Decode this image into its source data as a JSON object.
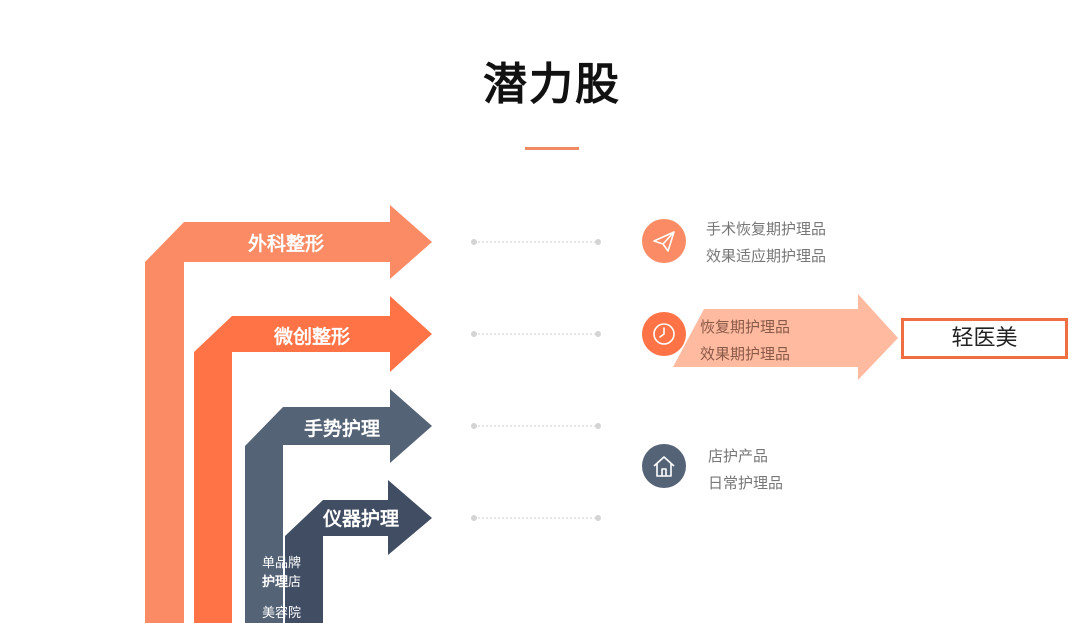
{
  "title": "潜力股",
  "colors": {
    "accent": "#f08a62",
    "orange_light": "#fb8b65",
    "orange": "#ff7346",
    "slate": "#556377",
    "slate_dark": "#414d63",
    "salmon": "#ffbaa0",
    "callout_border": "#ef6f43"
  },
  "arrows": [
    {
      "label": "外科整形",
      "color": "orange_light"
    },
    {
      "label": "微创整形",
      "color": "orange"
    },
    {
      "label": "手势护理",
      "color": "slate"
    },
    {
      "label": "仪器护理",
      "color": "slate_dark"
    }
  ],
  "vertical_labels": {
    "line1": "单品牌",
    "line2_bold": "护理",
    "line2_rest": "店",
    "line3": "美容院"
  },
  "rows": [
    {
      "icon": "paper-plane-icon",
      "lines": [
        "手术恢复期护理品",
        "效果适应期护理品"
      ]
    },
    {
      "icon": "clock-icon",
      "lines": [
        "恢复期护理品",
        "效果期护理品"
      ]
    },
    {
      "icon": "home-icon",
      "lines": [
        "店护产品",
        "日常护理品"
      ]
    }
  ],
  "callout": "轻医美"
}
